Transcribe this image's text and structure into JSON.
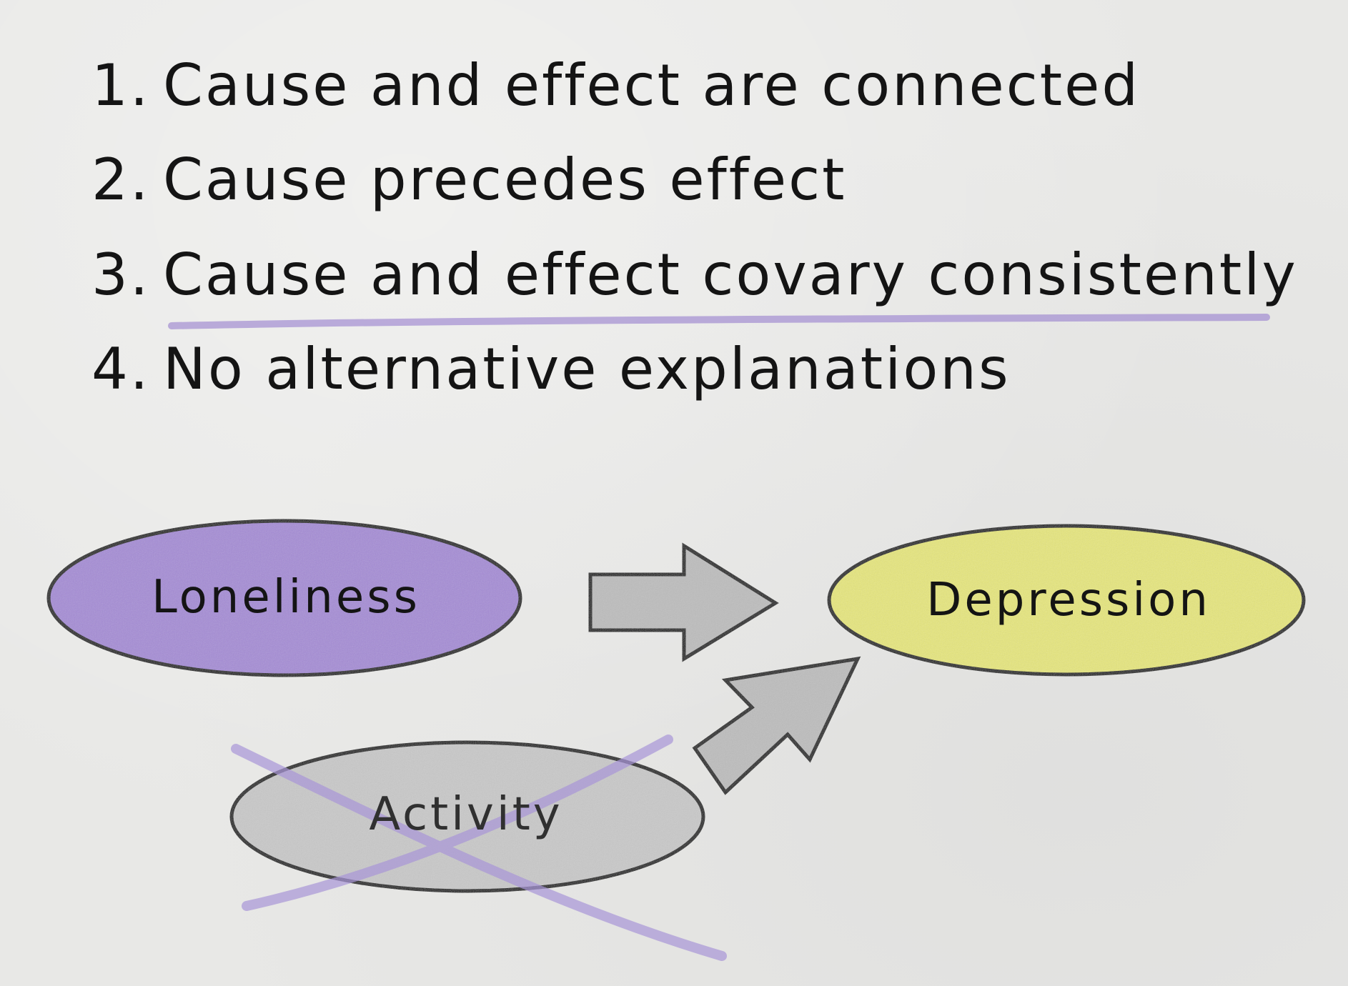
{
  "criteria": [
    {
      "number": "1.",
      "text": "Cause and effect are connected"
    },
    {
      "number": "2.",
      "text": "Cause precedes effect"
    },
    {
      "number": "3.",
      "text": "Cause and effect covary consistently"
    },
    {
      "number": "4.",
      "text": "No alternative explanations"
    }
  ],
  "nodes": {
    "loneliness": {
      "label": "Loneliness",
      "color": "#a58bd6"
    },
    "depression": {
      "label": "Depression",
      "color": "#e6e67a"
    },
    "activity": {
      "label": "Activity",
      "color": "#c9c9c9"
    }
  },
  "arrow_color": "#bdbdbd",
  "highlight_color": "#9c86d0",
  "crossout_color": "#a996d8"
}
